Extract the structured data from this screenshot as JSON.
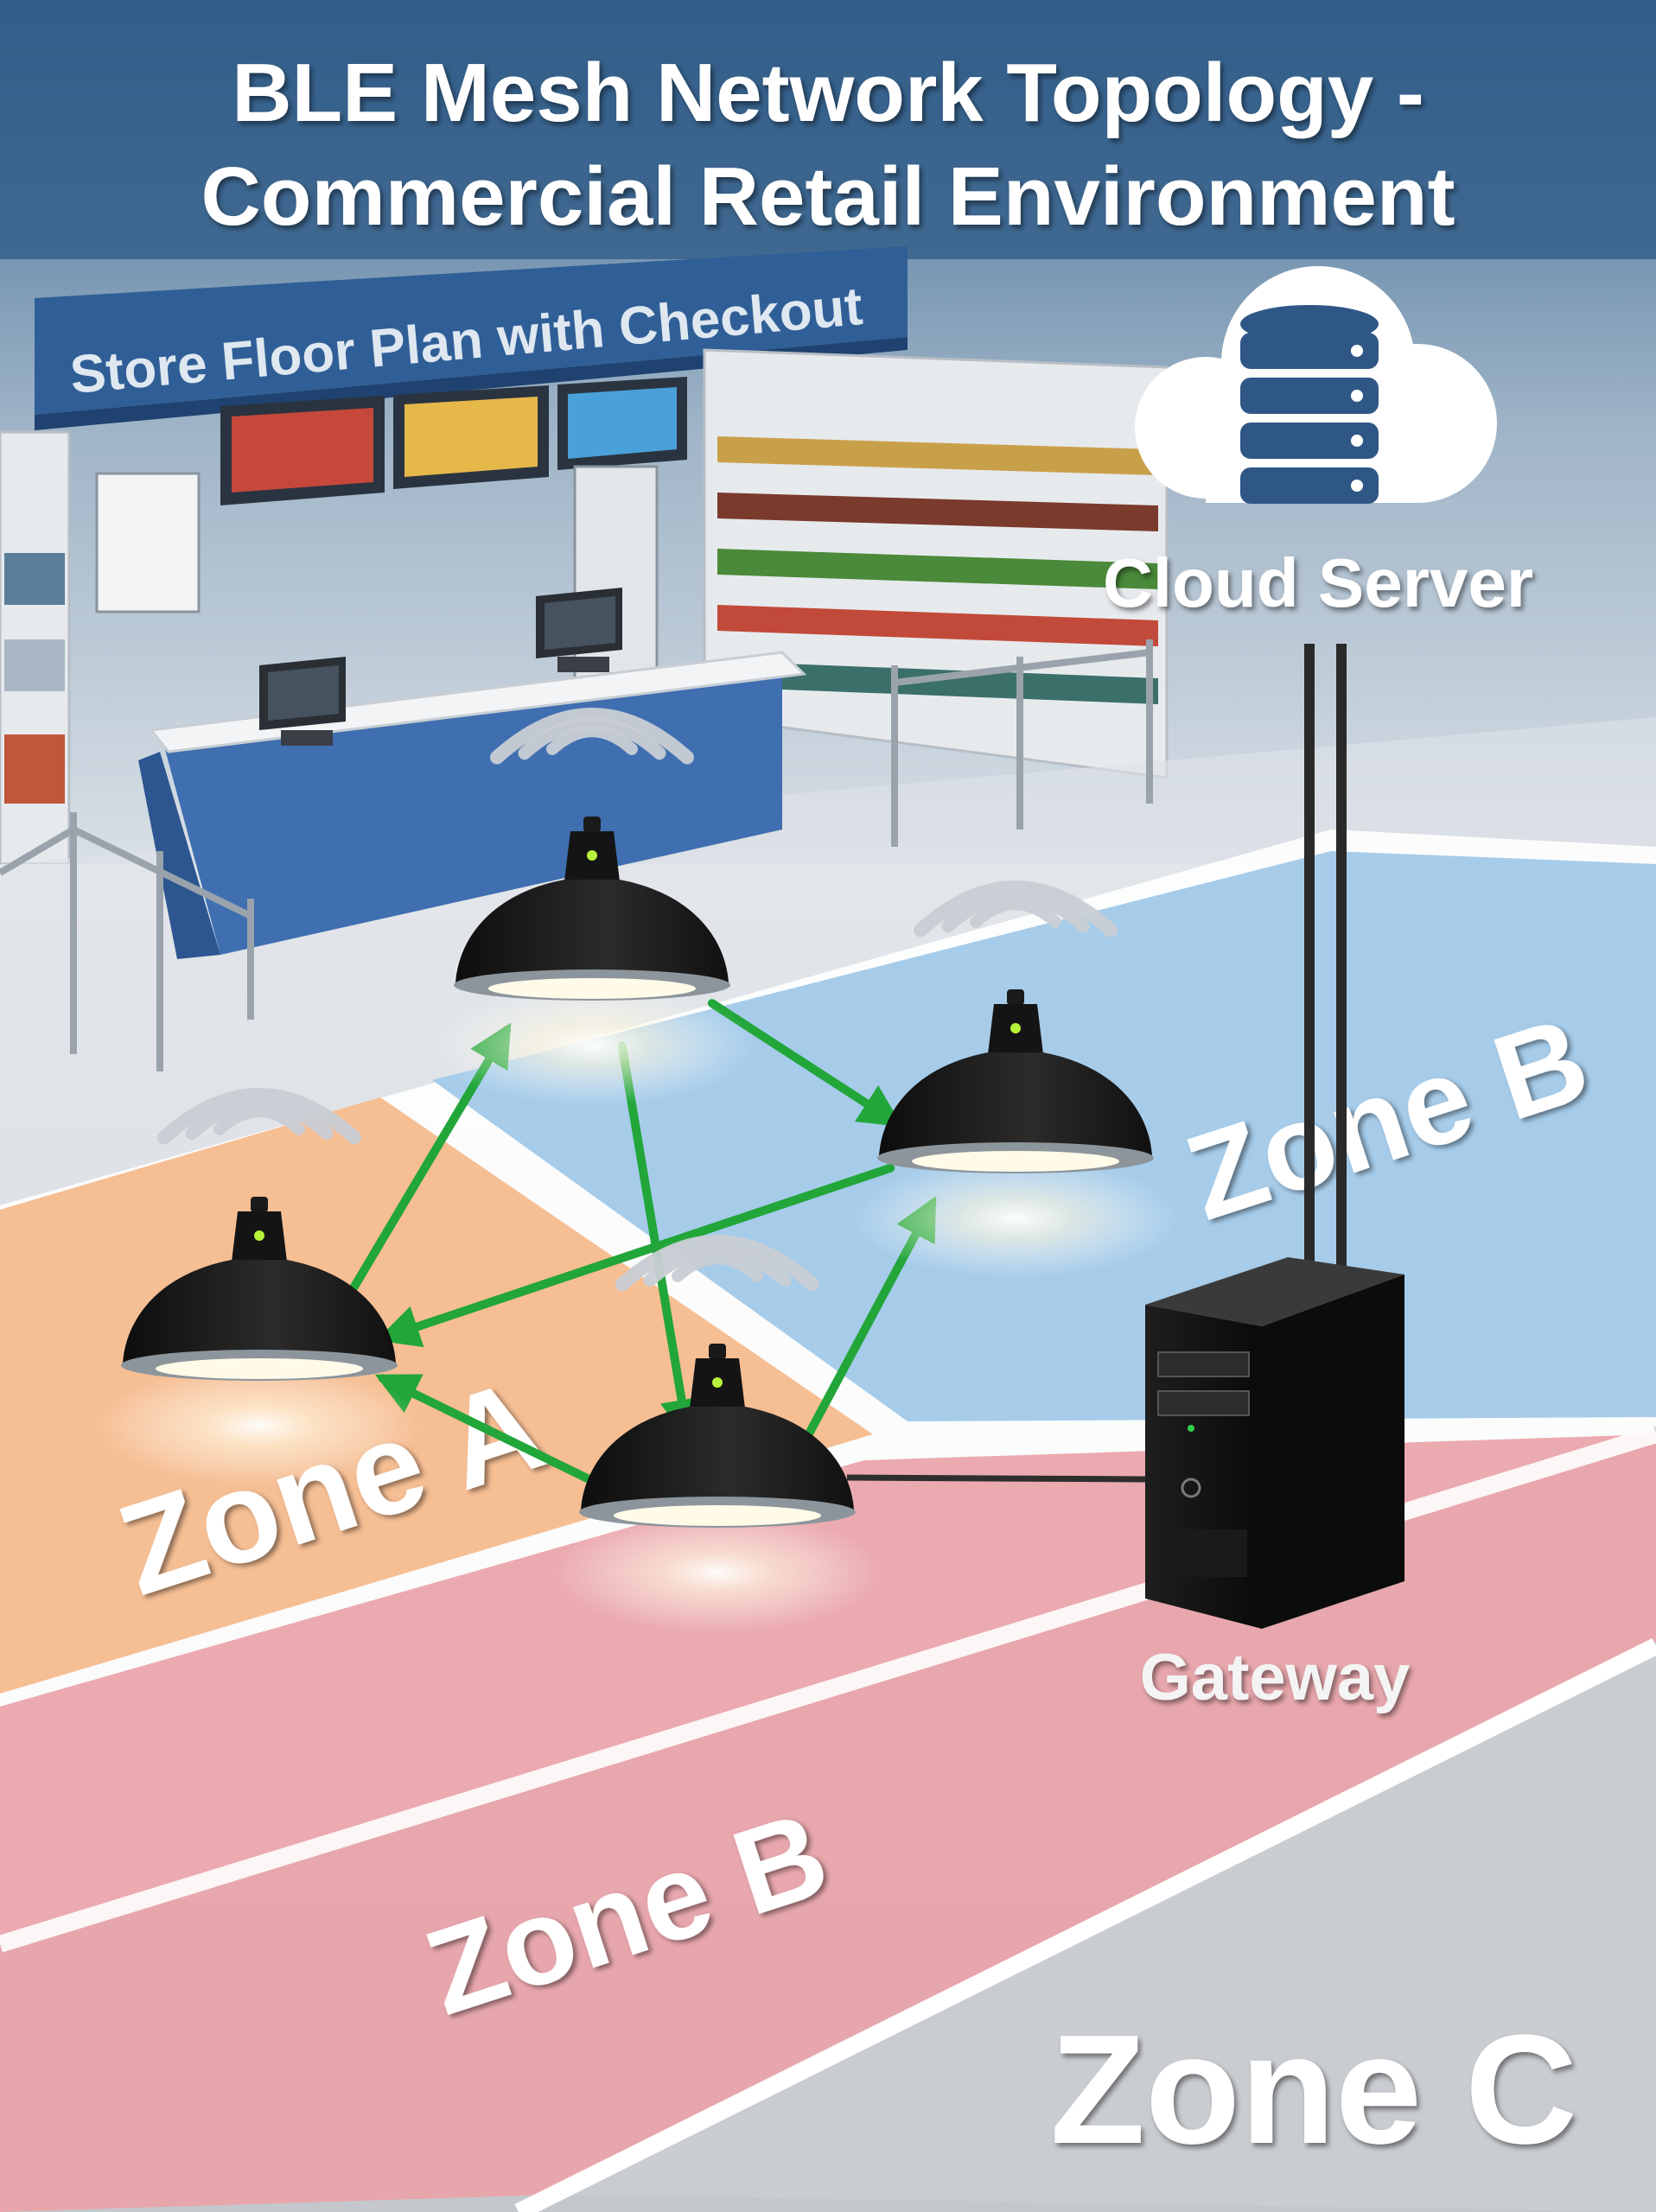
{
  "title": {
    "line1": "BLE Mesh Network Topology -",
    "line2": "Commercial Retail Environment"
  },
  "store_sign": "Store Floor Plan with Checkout",
  "cloud": {
    "label": "Cloud Server",
    "icon": "cloud-database-icon"
  },
  "gateway": {
    "label": "Gateway",
    "icon": "server-tower-icon"
  },
  "zones": {
    "a": "Zone A",
    "b_upper": "Zone B",
    "b_lower": "Zone B",
    "c": "Zone C"
  },
  "colors": {
    "zone_a": "#f5b88a",
    "zone_b_upper": "#9ec8e8",
    "zone_b_lower": "#e9a3a8",
    "zone_c": "#c9ccd0",
    "arrow": "#22a63a",
    "title_band": "#2d5a85",
    "sign": "#2f5f96",
    "checkout_counter": "#3f6fb0"
  },
  "nodes": [
    {
      "id": "n1",
      "icon": "pendant-light-icon",
      "signal": "wifi-signal-icon"
    },
    {
      "id": "n2",
      "icon": "pendant-light-icon",
      "signal": "wifi-signal-icon"
    },
    {
      "id": "n3",
      "icon": "pendant-light-icon",
      "signal": "wifi-signal-icon"
    },
    {
      "id": "n4",
      "icon": "pendant-light-icon",
      "signal": "wifi-signal-icon"
    }
  ],
  "links": [
    {
      "from": "n1",
      "to": "n2"
    },
    {
      "from": "n3",
      "to": "n1"
    },
    {
      "from": "n4",
      "to": "n1"
    },
    {
      "from": "n2",
      "to": "n4"
    },
    {
      "from": "n2",
      "to": "n3"
    },
    {
      "from": "n4",
      "to": "n3"
    }
  ]
}
